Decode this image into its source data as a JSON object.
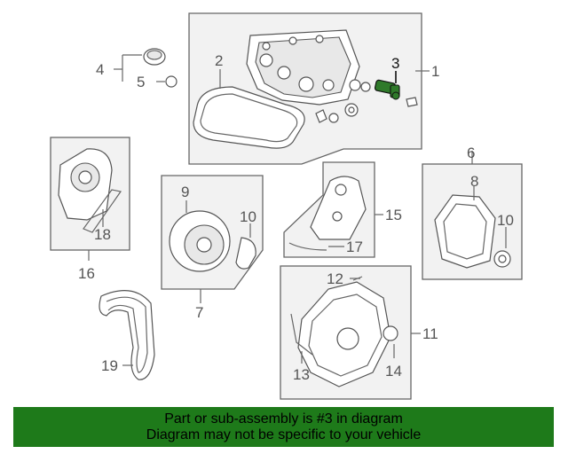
{
  "banner": {
    "line1": "Part or sub-assembly is #3 in diagram",
    "line2": "Diagram may not be specific to your vehicle",
    "color": "#1e7a1a"
  },
  "highlight_color": "#2f7a2a",
  "callouts": {
    "c1": "1",
    "c2": "2",
    "c3": "3",
    "c4": "4",
    "c5": "5",
    "c6": "6",
    "c7": "7",
    "c8": "8",
    "c9": "9",
    "c10a": "10",
    "c10b": "10",
    "c11": "11",
    "c12": "12",
    "c13": "13",
    "c14": "14",
    "c15": "15",
    "c16": "16",
    "c17": "17",
    "c18": "18",
    "c19": "19"
  }
}
